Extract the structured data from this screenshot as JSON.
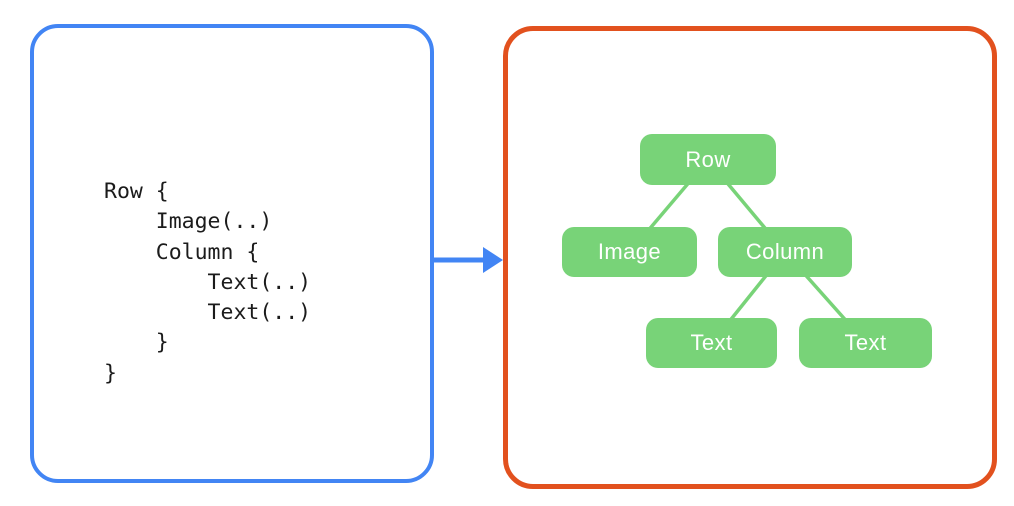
{
  "code_panel": {
    "border_color": "#4285F4",
    "code": "Row {\n    Image(..)\n    Column {\n        Text(..)\n        Text(..)\n    }\n}"
  },
  "arrow": {
    "color": "#4285F4",
    "direction": "right"
  },
  "tree_panel": {
    "border_color": "#E2511E"
  },
  "tree": {
    "node_color": "#78D378",
    "node_text_color": "#FFFFFF",
    "edge_color": "#78D378",
    "nodes": [
      {
        "id": "row",
        "label": "Row"
      },
      {
        "id": "image",
        "label": "Image"
      },
      {
        "id": "column",
        "label": "Column"
      },
      {
        "id": "text1",
        "label": "Text"
      },
      {
        "id": "text2",
        "label": "Text"
      }
    ],
    "edges": [
      [
        "row",
        "image"
      ],
      [
        "row",
        "column"
      ],
      [
        "column",
        "text1"
      ],
      [
        "column",
        "text2"
      ]
    ]
  }
}
